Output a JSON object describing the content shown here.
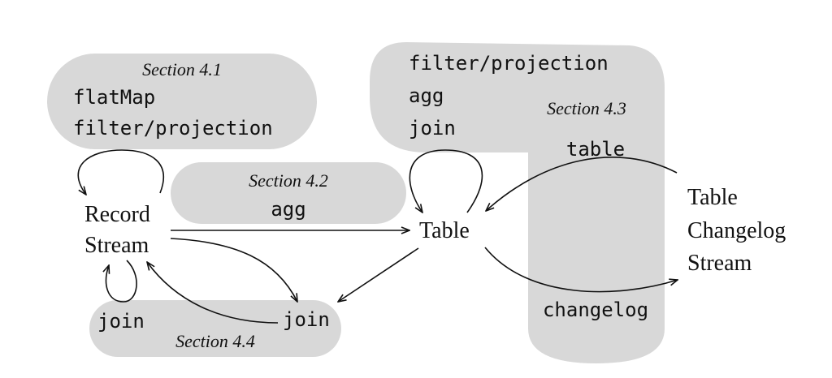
{
  "regions": {
    "s41": {
      "title": "Section 4.1",
      "ops": [
        "flatMap",
        "filter/projection"
      ]
    },
    "s42": {
      "title": "Section 4.2",
      "ops": [
        "agg"
      ]
    },
    "s43": {
      "title": "Section 4.3",
      "ops": [
        "filter/projection",
        "agg",
        "join"
      ],
      "table_label": "table",
      "changelog_label": "changelog"
    },
    "s44": {
      "title": "Section 4.4",
      "ops": [
        "join",
        "join"
      ]
    }
  },
  "nodes": {
    "record_stream": [
      "Record",
      "Stream"
    ],
    "table": "Table",
    "changelog_stream": [
      "Table",
      "Changelog",
      "Stream"
    ]
  }
}
